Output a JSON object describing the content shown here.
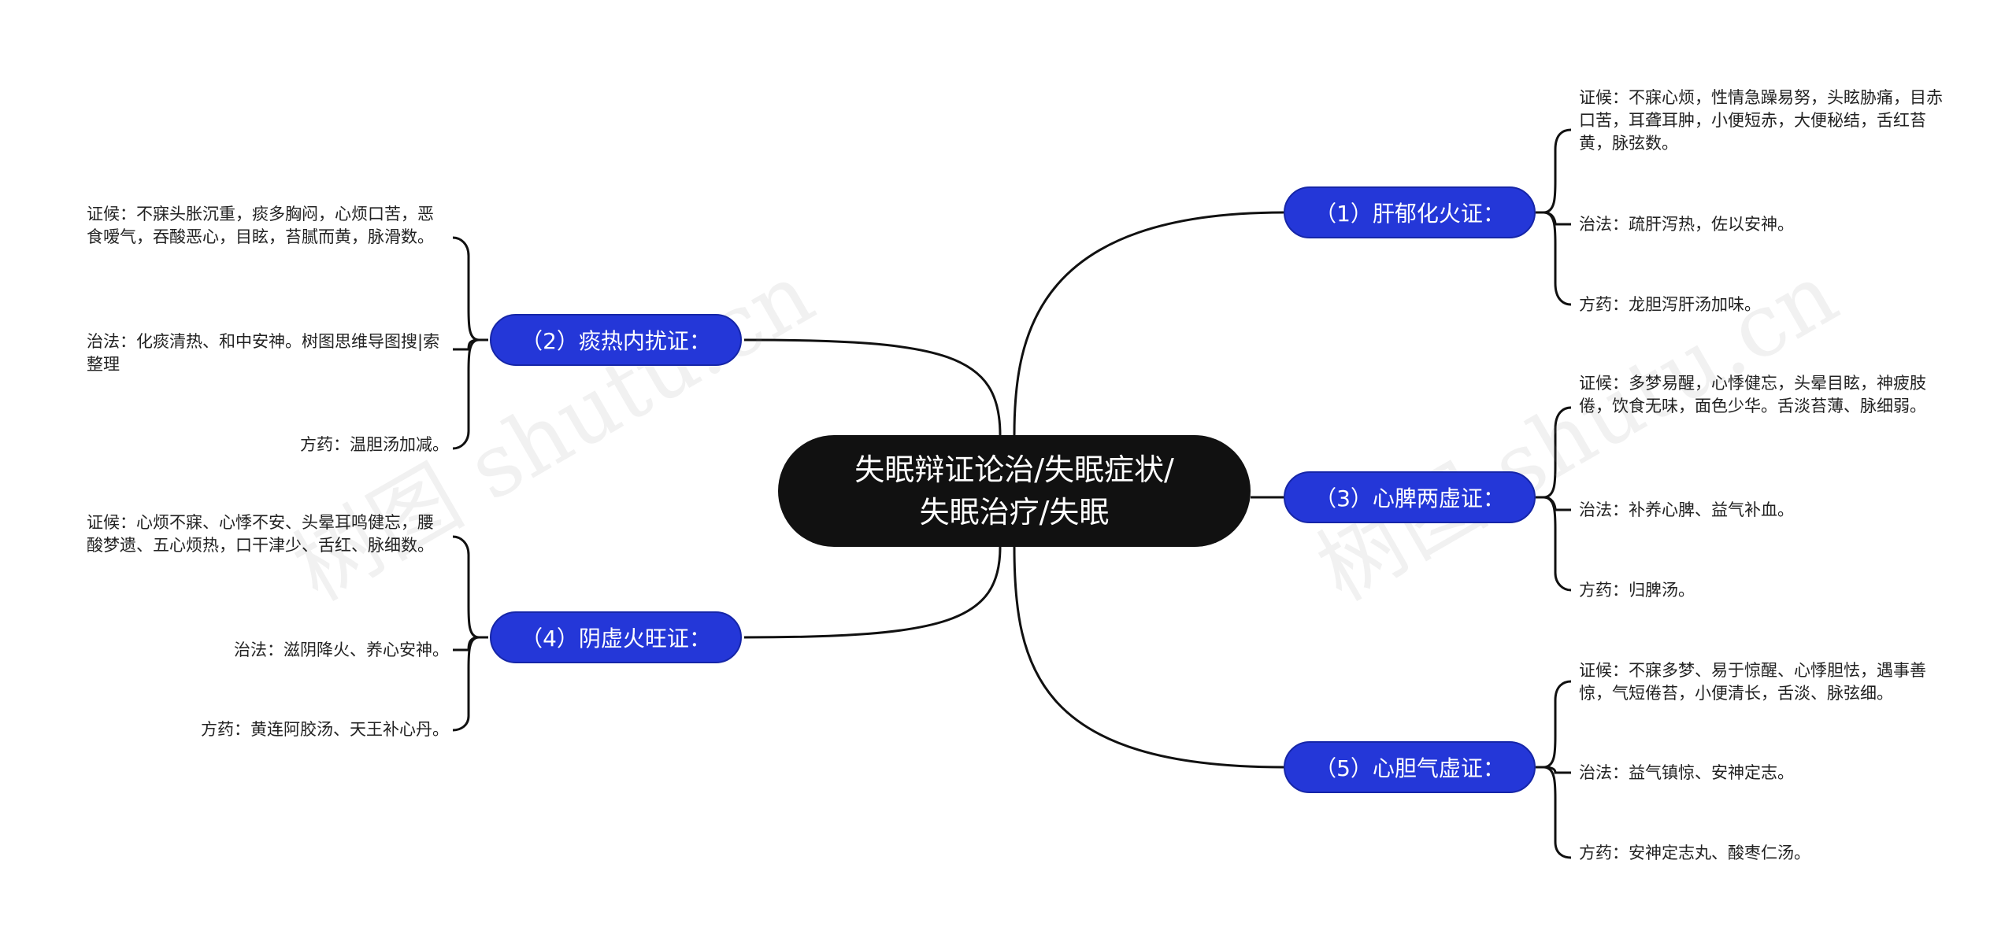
{
  "root": {
    "line1": "失眠辩证论治/失眠症状/",
    "line2": "失眠治疗/失眠"
  },
  "branches": [
    {
      "label": "（1）肝郁化火证：",
      "leaves": [
        {
          "text": "证候：不寐心烦，性情急躁易努，头眩胁痛，目赤口苦，耳聋耳肿，小便短赤，大便秘结，舌红苔黄，脉弦数。"
        },
        {
          "text": "治法：疏肝泻热，佐以安神。"
        },
        {
          "text": "方药：龙胆泻肝汤加味。"
        }
      ]
    },
    {
      "label": "（2）痰热内扰证：",
      "leaves": [
        {
          "text": "证候：不寐头胀沉重，痰多胸闷，心烦口苦，恶食嗳气，吞酸恶心，目眩，苔腻而黄，脉滑数。"
        },
        {
          "text": "治法：化痰清热、和中安神。树图思维导图搜|索整理"
        },
        {
          "text": "方药：温胆汤加减。"
        }
      ]
    },
    {
      "label": "（3）心脾两虚证：",
      "leaves": [
        {
          "text": "证候：多梦易醒，心悸健忘，头晕目眩，神疲肢倦，饮食无味，面色少华。舌淡苔薄、脉细弱。"
        },
        {
          "text": "治法：补养心脾、益气补血。"
        },
        {
          "text": "方药：归脾汤。"
        }
      ]
    },
    {
      "label": "（4）阴虚火旺证：",
      "leaves": [
        {
          "text": "证候：心烦不寐、心悸不安、头晕耳鸣健忘，腰酸梦遗、五心烦热，口干津少、舌红、脉细数。"
        },
        {
          "text": "治法：滋阴降火、养心安神。"
        },
        {
          "text": "方药：黄连阿胶汤、天王补心丹。"
        }
      ]
    },
    {
      "label": "（5）心胆气虚证：",
      "leaves": [
        {
          "text": "证候：不寐多梦、易于惊醒、心悸胆怯，遇事善惊，气短倦苔，小便清长，舌淡、脉弦细。"
        },
        {
          "text": "治法：益气镇惊、安神定志。"
        },
        {
          "text": "方药：安神定志丸、酸枣仁汤。"
        }
      ]
    }
  ],
  "watermark": "树图 shutu.cn"
}
